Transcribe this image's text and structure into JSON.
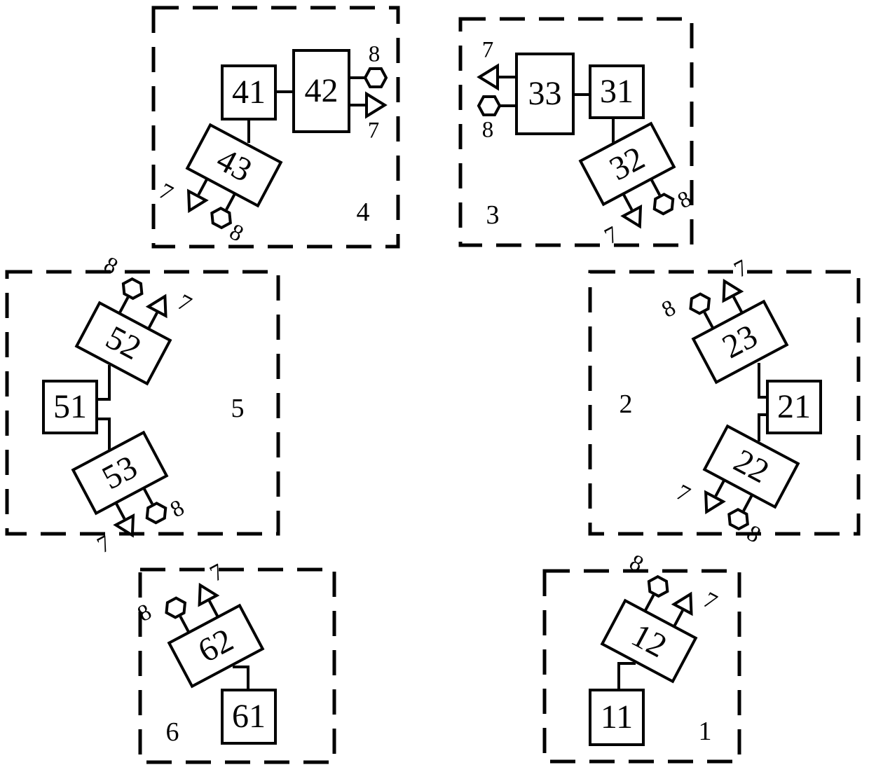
{
  "figure": {
    "groups": {
      "g1": {
        "label": "1",
        "boxes": {
          "b11": "11",
          "b12": "12"
        }
      },
      "g2": {
        "label": "2",
        "boxes": {
          "b21": "21",
          "b22": "22",
          "b23": "23"
        }
      },
      "g3": {
        "label": "3",
        "boxes": {
          "b31": "31",
          "b32": "32",
          "b33": "33"
        }
      },
      "g4": {
        "label": "4",
        "boxes": {
          "b41": "41",
          "b42": "42",
          "b43": "43"
        }
      },
      "g5": {
        "label": "5",
        "boxes": {
          "b51": "51",
          "b52": "52",
          "b53": "53"
        }
      },
      "g6": {
        "label": "6",
        "boxes": {
          "b61": "61",
          "b62": "62"
        }
      }
    },
    "symbols": {
      "triangle": "7",
      "hexagon": "8"
    },
    "colors": {
      "line": "#000000",
      "background": "#ffffff"
    }
  }
}
